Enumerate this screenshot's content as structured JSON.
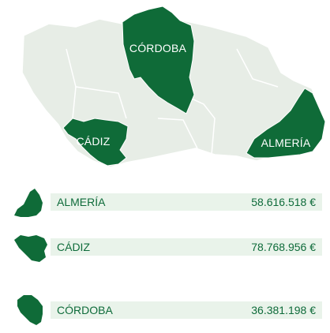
{
  "map": {
    "colors": {
      "highlight": "#0f6b38",
      "base": "#e7ede6",
      "border": "#ffffff"
    },
    "labels": {
      "cordoba": "CÓRDOBA",
      "cadiz": "CÁDIZ",
      "almeria": "ALMERÍA"
    }
  },
  "list": [
    {
      "province": "ALMERÍA",
      "amount": "58.616.518 €",
      "icon": "almeria-shape-icon"
    },
    {
      "province": "CÁDIZ",
      "amount": "78.768.956 €",
      "icon": "cadiz-shape-icon"
    },
    {
      "province": "CÓRDOBA",
      "amount": "36.381.198 €",
      "icon": "cordoba-shape-icon"
    }
  ]
}
